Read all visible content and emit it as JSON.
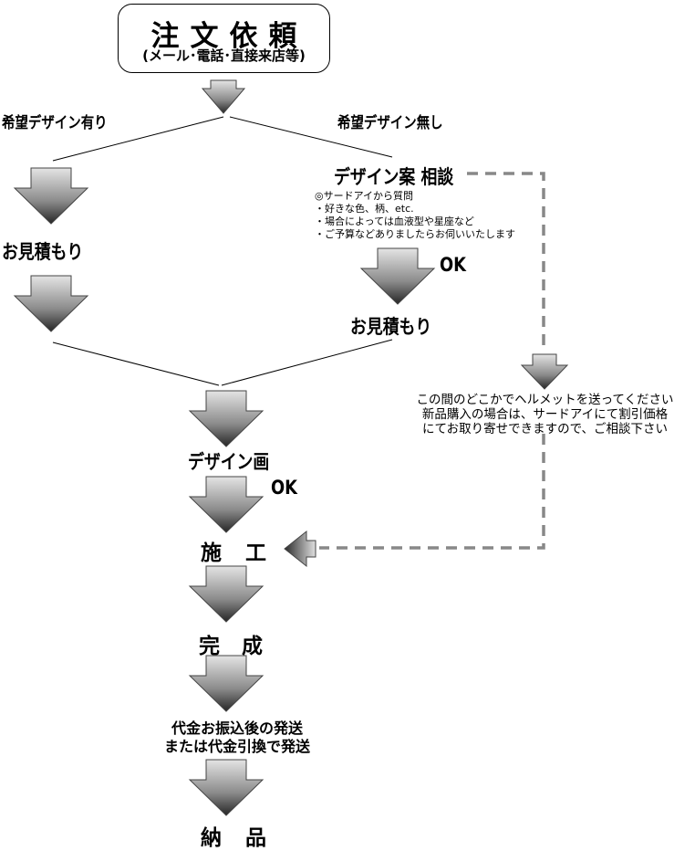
{
  "header": {
    "title": "注文依頼",
    "subtitle": "(メール･電話･直接来店等)"
  },
  "branches": {
    "left": "希望デザイン有り",
    "right": "希望デザイン無し"
  },
  "left_flow": {
    "estimate": "お見積もり"
  },
  "right_flow": {
    "consult": "デザイン案 相談",
    "questions": [
      "◎サードアイから質問",
      "・好きな色、柄、etc.",
      "・場合によっては血液型や星座など",
      "・ご予算などありましたらお伺いいたします"
    ],
    "ok": "OK",
    "estimate": "お見積もり"
  },
  "side_note": [
    "この間のどこかでヘルメットを送ってください",
    "新品購入の場合は、サードアイにて割引価格",
    "にてお取り寄せできますので、ご相談下さい"
  ],
  "main_flow": {
    "design": "デザイン画",
    "ok": "OK",
    "construction": "施工",
    "complete": "完成",
    "payment": [
      "代金お振込後の発送",
      "または代金引換で発送"
    ],
    "delivery": "納品"
  }
}
